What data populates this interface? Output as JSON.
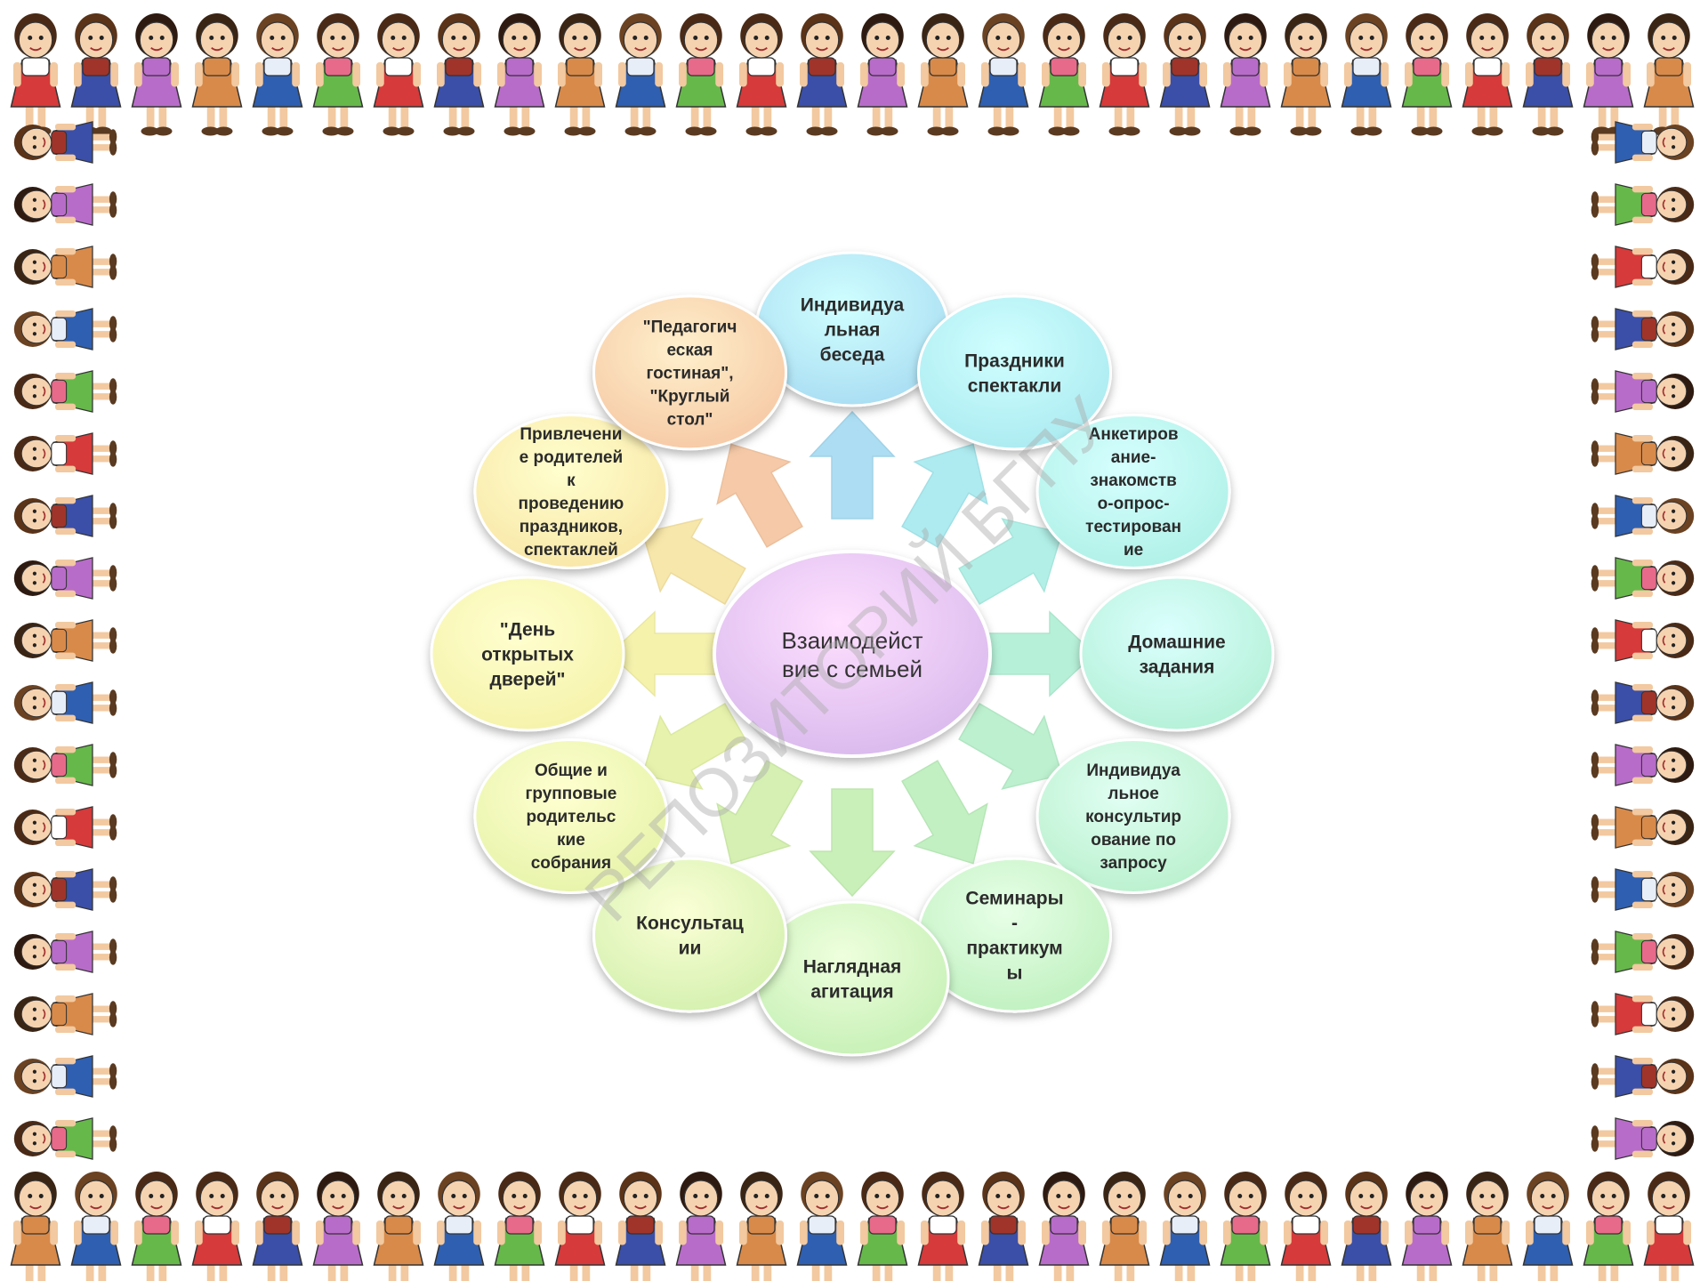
{
  "diagram": {
    "center": {
      "lines": [
        "Взаимодейст",
        "вие с семьей"
      ],
      "color": "#d8b8ec"
    },
    "nodes": [
      {
        "id": "individual-talk",
        "lines": [
          "Индивидуа",
          "льная",
          "беседа"
        ],
        "color": "#a8dcf2"
      },
      {
        "id": "holidays",
        "lines": [
          "Праздники",
          "спектакли"
        ],
        "color": "#a9eaf0"
      },
      {
        "id": "questionnaire",
        "lines": [
          "Анкетиров",
          "ание-",
          "знакомств",
          "о-опрос-",
          "тестирован",
          "ие"
        ],
        "color": "#aef0e6"
      },
      {
        "id": "homework",
        "lines": [
          "Домашние",
          "задания"
        ],
        "color": "#b3f0d6"
      },
      {
        "id": "individual-consult",
        "lines": [
          "Индивидуа",
          "льное",
          "консультир",
          "ование по",
          "запросу"
        ],
        "color": "#b9f0cc"
      },
      {
        "id": "seminars",
        "lines": [
          "Семинары",
          "-",
          "практикум",
          "ы"
        ],
        "color": "#bff0bf"
      },
      {
        "id": "visual-agitation",
        "lines": [
          "Наглядная",
          "агитация"
        ],
        "color": "#c6f0b5"
      },
      {
        "id": "consultations",
        "lines": [
          "Консультац",
          "ии"
        ],
        "color": "#d3f0ae"
      },
      {
        "id": "meetings",
        "lines": [
          "Общие и",
          "групповые",
          "родительс",
          "кие",
          "собрания"
        ],
        "color": "#e6f3a8"
      },
      {
        "id": "open-day",
        "lines": [
          "\"День",
          "открытых",
          "дверей\""
        ],
        "color": "#f5f2a8"
      },
      {
        "id": "involving-parents",
        "lines": [
          "Привлечени",
          "е родителей",
          "к",
          "проведению",
          "праздников,",
          "спектаклей"
        ],
        "color": "#f8e6a6"
      },
      {
        "id": "pedagogical-lounge",
        "lines": [
          "\"Педагогич",
          "еская",
          "гостиная\",",
          "\"Круглый",
          "стол\""
        ],
        "color": "#f6c8a4"
      }
    ],
    "arrow_colors": [
      "#a8dcf2",
      "#a9eaf0",
      "#aef0e6",
      "#b3f0d6",
      "#b9f0cc",
      "#bff0bf",
      "#c6f0b5",
      "#d3f0ae",
      "#e6f3a8",
      "#f5f2a8",
      "#f8e6a6",
      "#f6c8a4"
    ]
  },
  "watermark": {
    "text": "РЕПОЗИТОРИЙ БГПУ"
  },
  "border": {
    "description_icon": "children-in-costumes-icon"
  }
}
